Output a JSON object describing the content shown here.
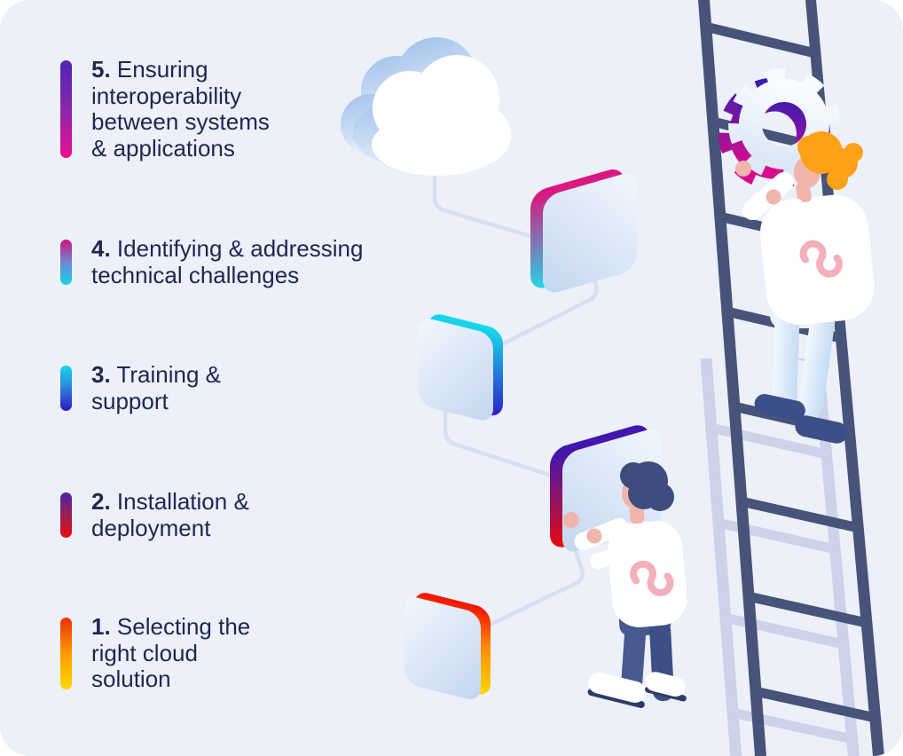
{
  "canvas": {
    "outer_bg": "#ffffff",
    "bg": "#ecf0f9",
    "text_color": "#222650"
  },
  "steps": [
    {
      "number": "5.",
      "label": "Ensuring\ninteroperability\nbetween systems\n& applications",
      "bar_gradient": [
        "#4e24b6",
        "#8928ab",
        "#ee0d90"
      ]
    },
    {
      "number": "4.",
      "label": "Identifying & addressing\ntechnical challenges",
      "bar_gradient": [
        "#d01480",
        "#6f86d2",
        "#11d7e9"
      ]
    },
    {
      "number": "3.",
      "label": "Training &\nsupport",
      "bar_gradient": [
        "#16d9e9",
        "#2f80d9",
        "#2b17c2"
      ]
    },
    {
      "number": "2.",
      "label": "Installation &\ndeployment",
      "bar_gradient": [
        "#4a22ae",
        "#9c2050",
        "#ea0b10"
      ]
    },
    {
      "number": "1.",
      "label": "Selecting the\nright cloud\nsolution",
      "bar_gradient": [
        "#ee2e05",
        "#fc9b00",
        "#ffd900"
      ]
    }
  ],
  "illustration": {
    "cloud": {
      "front": "#ffffff",
      "back_top": "#9fc0ea",
      "back_bottom": "#e6eefb"
    },
    "ladder": {
      "color": "#475379",
      "shadow": "#c9d0e7"
    },
    "connector_color": "#d9def0",
    "tiles": [
      {
        "name": "tile-step-4",
        "edge_colors": [
          "#e0117c",
          "#23d6e8"
        ]
      },
      {
        "name": "tile-step-3",
        "edge_colors": [
          "#18dbeb",
          "#2b1dc9"
        ]
      },
      {
        "name": "tile-step-2",
        "edge_colors": [
          "#3b16b4",
          "#8f1368",
          "#ec0806"
        ]
      },
      {
        "name": "tile-step-1",
        "edge_colors": [
          "#f21000",
          "#fe8d00",
          "#ffd900"
        ]
      },
      {
        "name": "gear-step-5",
        "edge_colors": [
          "#3a1bb0",
          "#d90d8c"
        ]
      }
    ],
    "characters": {
      "skin": "#f0b5ac",
      "shirt": "#ffffff",
      "shirt_squiggle": "#f3b0ba",
      "hair_standing": "#3e4c7e",
      "hair_ladder": "#ffa118",
      "jeans": "#46598f",
      "pants_ladder": "#dcebf8",
      "shoes_ladder": "#3d4f89"
    }
  }
}
